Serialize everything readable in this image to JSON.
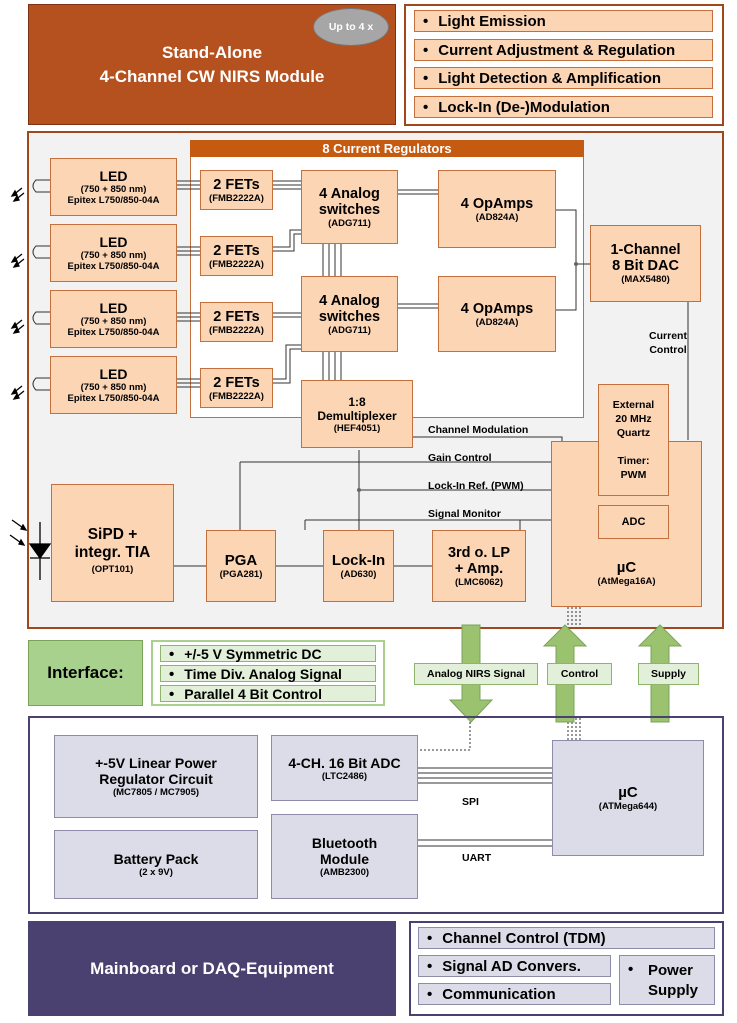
{
  "header": {
    "title_line1": "Stand-Alone",
    "title_line2": "4-Channel CW NIRS Module",
    "badge": "Up to 4 x",
    "features": [
      "Light Emission",
      "Current Adjustment & Regulation",
      "Light Detection & Amplification",
      "Lock-In (De-)Modulation"
    ]
  },
  "module": {
    "current_regulators_title": "8 Current Regulators",
    "leds": [
      {
        "title": "LED",
        "range": "(750 + 850 nm)",
        "part": "Epitex L750/850-04A"
      },
      {
        "title": "LED",
        "range": "(750 + 850 nm)",
        "part": "Epitex L750/850-04A"
      },
      {
        "title": "LED",
        "range": "(750 + 850 nm)",
        "part": "Epitex L750/850-04A"
      },
      {
        "title": "LED",
        "range": "(750 + 850 nm)",
        "part": "Epitex L750/850-04A"
      }
    ],
    "fets": [
      {
        "title": "2 FETs",
        "part": "(FMB2222A)"
      },
      {
        "title": "2 FETs",
        "part": "(FMB2222A)"
      },
      {
        "title": "2 FETs",
        "part": "(FMB2222A)"
      },
      {
        "title": "2 FETs",
        "part": "(FMB2222A)"
      }
    ],
    "switches": [
      {
        "line1": "4 Analog",
        "line2": "switches",
        "part": "(ADG711)"
      },
      {
        "line1": "4 Analog",
        "line2": "switches",
        "part": "(ADG711)"
      }
    ],
    "opamps": [
      {
        "title": "4 OpAmps",
        "part": "(AD824A)"
      },
      {
        "title": "4 OpAmps",
        "part": "(AD824A)"
      }
    ],
    "dac": {
      "line1": "1-Channel",
      "line2": "8 Bit DAC",
      "part": "(MAX5480)"
    },
    "demux": {
      "line1": "1:8",
      "line2": "Demultiplexer",
      "part": "(HEF4051)"
    },
    "current_control": [
      "Current",
      "Control"
    ],
    "quartz": [
      "External",
      "20 MHz",
      "Quartz"
    ],
    "timer": [
      "Timer:",
      "PWM"
    ],
    "adc_small": "ADC",
    "uc": {
      "title": "µC",
      "part": "(AtMega16A)"
    },
    "sipd": {
      "line1": "SiPD +",
      "line2": "integr. TIA",
      "part": "(OPT101)"
    },
    "pga": {
      "title": "PGA",
      "part": "(PGA281)"
    },
    "lockin": {
      "title": "Lock-In",
      "part": "(AD630)"
    },
    "lp": {
      "line1": "3rd o. LP",
      "line2": "+ Amp.",
      "part": "(LMC6062)"
    },
    "signals": {
      "channel_modulation": "Channel Modulation",
      "gain_control": "Gain Control",
      "lockin_ref": "Lock-In Ref. (PWM)",
      "signal_monitor": "Signal Monitor"
    }
  },
  "interface": {
    "label": "Interface:",
    "items": [
      "+/-5 V Symmetric DC",
      "Time Div. Analog Signal",
      "Parallel 4 Bit Control"
    ],
    "arrows": [
      "Analog NIRS Signal",
      "Control",
      "Supply"
    ]
  },
  "mainboard": {
    "power": {
      "line1": "+-5V Linear Power",
      "line2": "Regulator Circuit",
      "part": "(MC7805 / MC7905)"
    },
    "battery": {
      "title": "Battery Pack",
      "part": "(2 x 9V)"
    },
    "adc": {
      "title": "4-CH. 16 Bit ADC",
      "part": "(LTC2486)"
    },
    "bt": {
      "line1": "Bluetooth",
      "line2": "Module",
      "part": "(AMB2300)"
    },
    "uc": {
      "title": "µC",
      "part": "(ATMega644)"
    },
    "spi": "SPI",
    "uart": "UART"
  },
  "footer": {
    "title": "Mainboard or DAQ-Equipment",
    "features": [
      "Channel Control (TDM)",
      "Signal AD Convers.",
      "Communication"
    ],
    "power_supply": [
      "Power",
      "Supply"
    ]
  },
  "colors": {
    "brown": "#b5501f",
    "orange_box": "#fcd5b5",
    "green": "#e2efd9",
    "purple_dark": "#4a4170",
    "purple_box": "#dcdbe8"
  }
}
